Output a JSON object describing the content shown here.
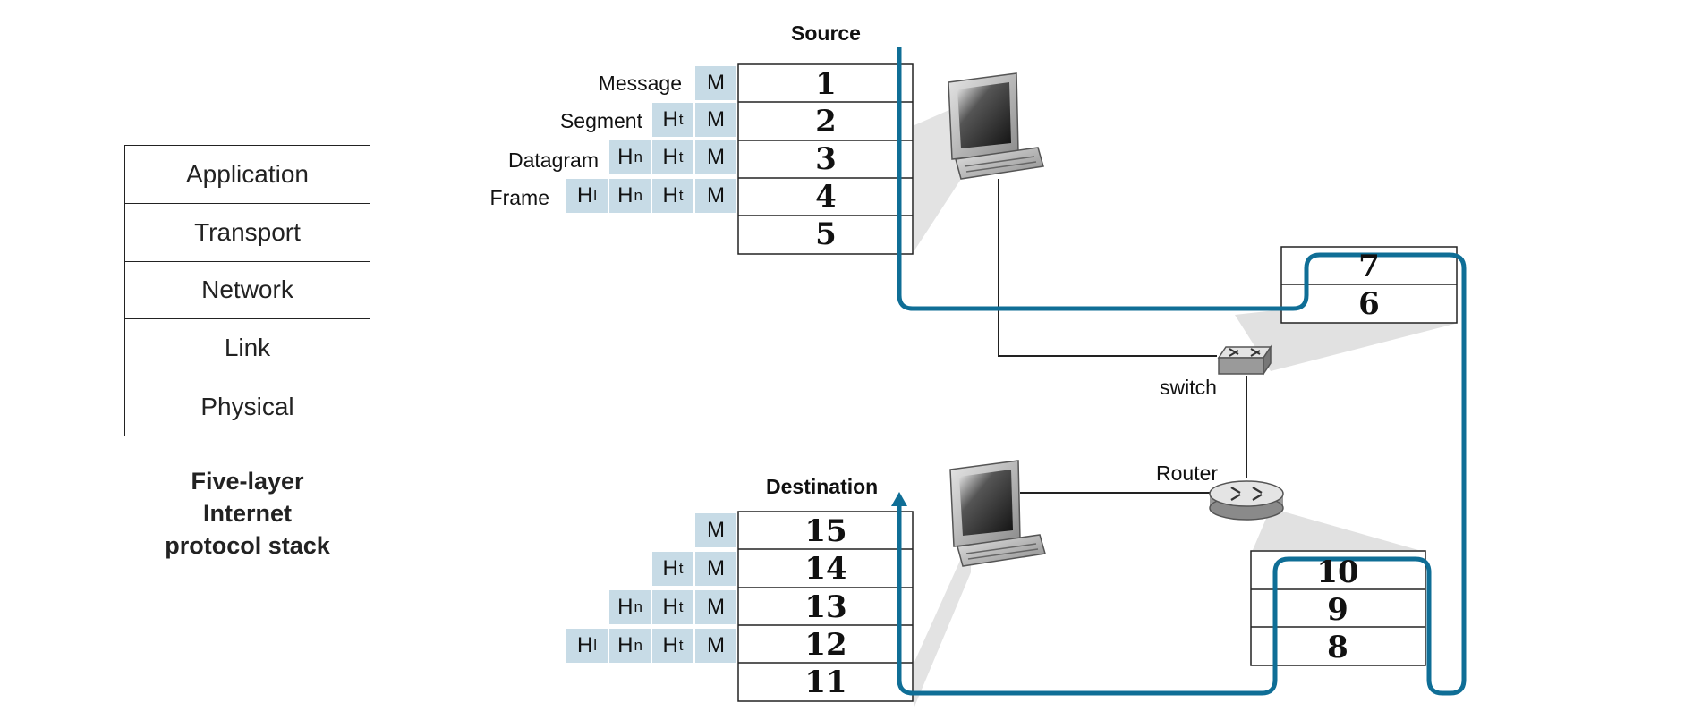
{
  "stack": {
    "layers": [
      "Application",
      "Transport",
      "Network",
      "Link",
      "Physical"
    ],
    "caption": [
      "Five-layer",
      "Internet",
      "protocol stack"
    ]
  },
  "labels": {
    "source": "Source",
    "destination": "Destination",
    "switch": "switch",
    "router": "Router"
  },
  "pdu_names": {
    "message": "Message",
    "segment": "Segment",
    "datagram": "Datagram",
    "frame": "Frame"
  },
  "headers": {
    "message": "M",
    "transport": "H",
    "transport_sub": "t",
    "network": "H",
    "network_sub": "n",
    "link": "H",
    "link_sub": "l"
  },
  "steps": {
    "source": [
      "1",
      "2",
      "3",
      "4",
      "5"
    ],
    "switch": [
      "7",
      "6"
    ],
    "router": [
      "10",
      "9",
      "8"
    ],
    "destination": [
      "15",
      "14",
      "13",
      "12",
      "11"
    ]
  },
  "colors": {
    "path": "#0f6e96",
    "header_fill": "#c7dbe6"
  }
}
